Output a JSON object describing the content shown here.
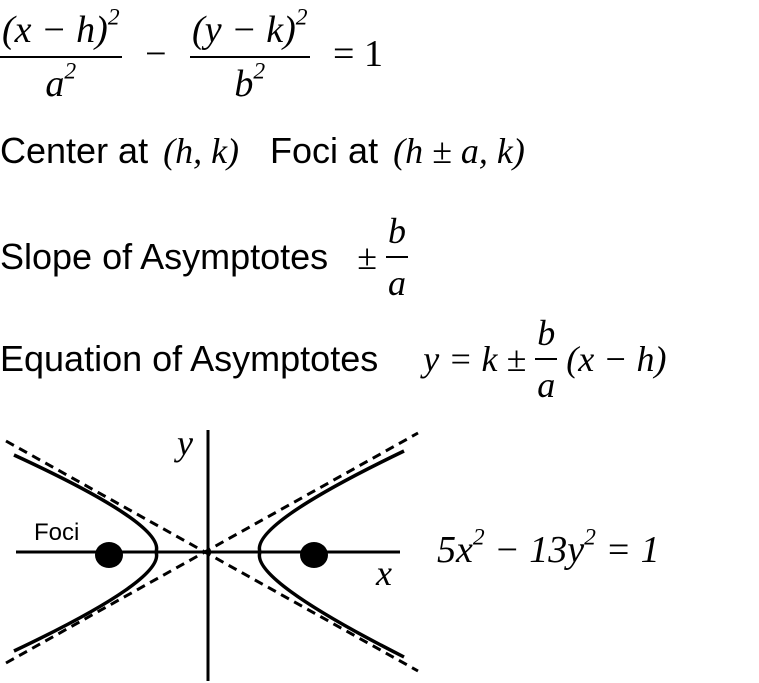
{
  "standard_form": {
    "num1": "(x − h)",
    "num2": "(y − k)",
    "exp": "2",
    "den1_base": "a",
    "den2_base": "b",
    "minus": "−",
    "equals_one": "= 1"
  },
  "center_line": {
    "center_label": "Center at",
    "center_value": "(h, k)",
    "foci_label": "Foci at",
    "foci_value": "(h ± a, k)"
  },
  "slope_line": {
    "label": "Slope of Asymptotes",
    "pm": "±",
    "num": "b",
    "den": "a"
  },
  "asymptote_line": {
    "label": "Equation of Asymptotes",
    "lhs": "y = k ±",
    "num": "b",
    "den": "a",
    "tail": "(x − h)"
  },
  "diagram": {
    "x_axis_label": "x",
    "y_axis_label": "y",
    "foci_label": "Foci",
    "example_eq_prefix": "5x",
    "example_eq_mid": " − 13y",
    "example_eq_exp": "2",
    "example_eq_suffix": " = 1"
  }
}
